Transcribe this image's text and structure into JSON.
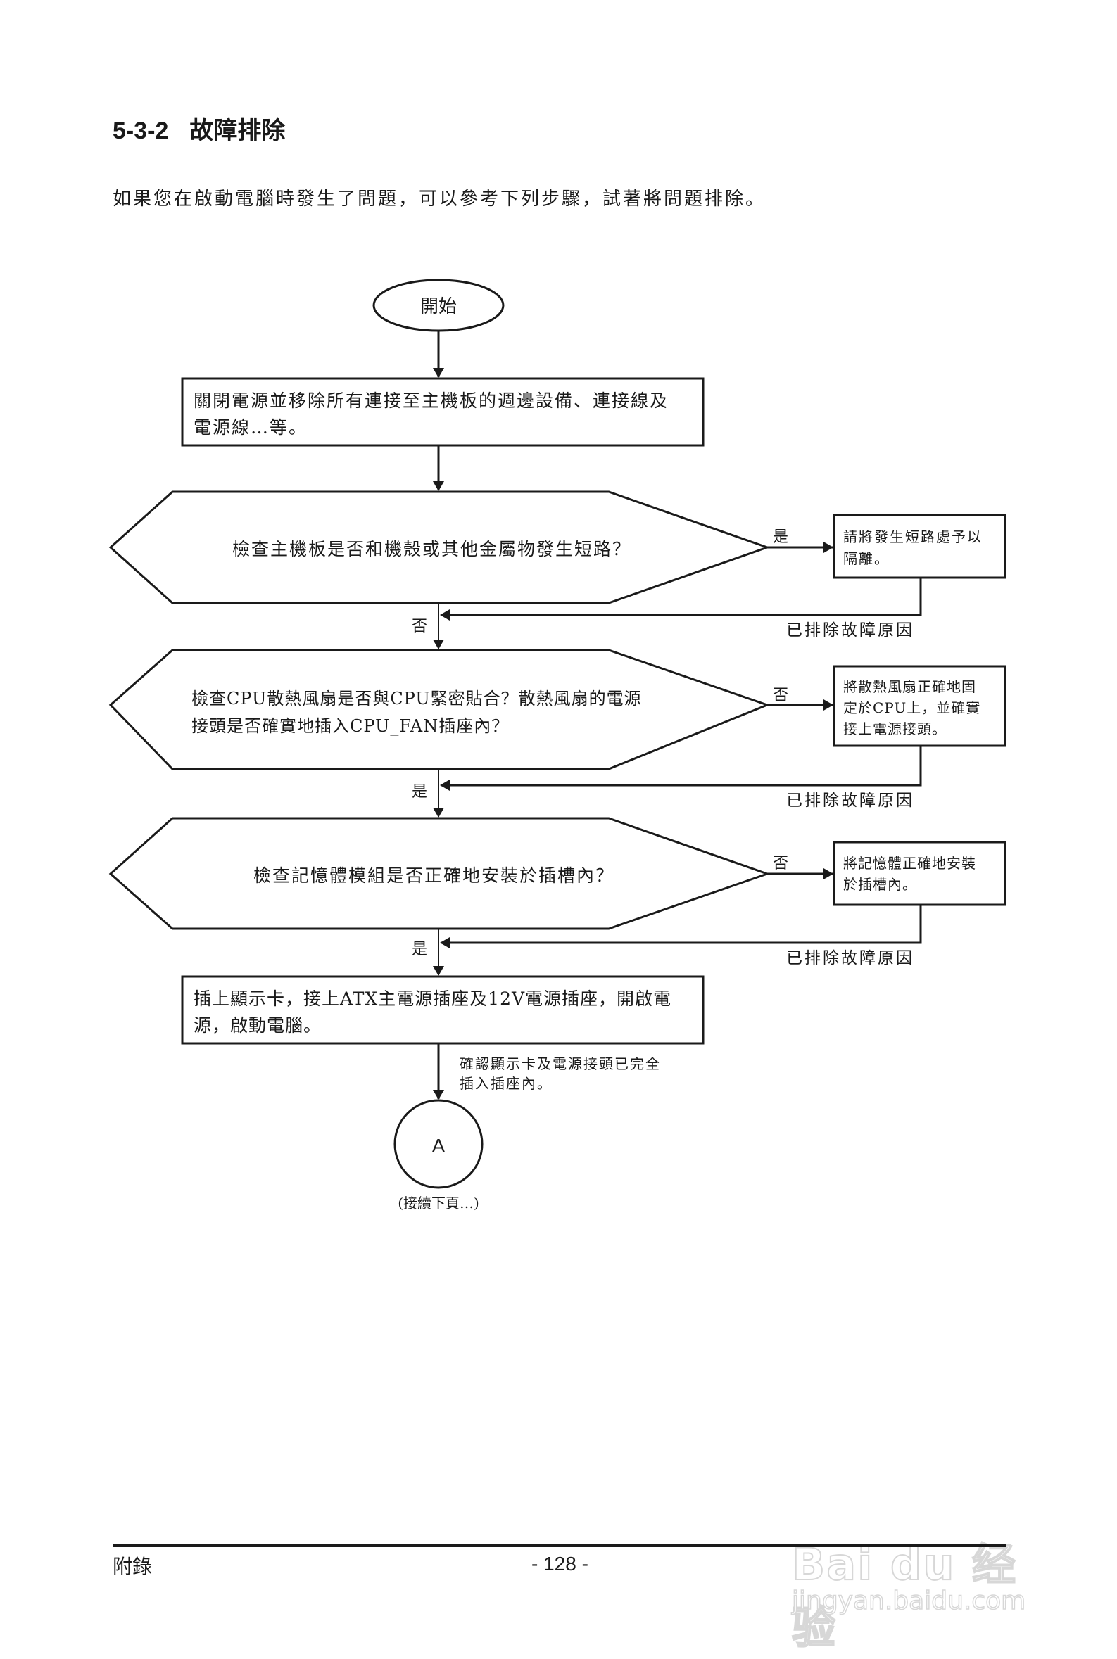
{
  "header": {
    "section_number": "5-3-2",
    "section_title": "故障排除"
  },
  "intro": "如果您在啟動電腦時發生了問題，可以參考下列步驟，試著將問題排除。",
  "flowchart": {
    "start": "開始",
    "step1": [
      "關閉電源並移除所有連接至主機板的週邊設備、連接線及",
      "電源線…等。"
    ],
    "check1": {
      "question": [
        "檢查主機板是否和機殼或其他金屬物發生短路？"
      ],
      "branch_side_label": "是",
      "branch_down_label": "否",
      "action": [
        "請將發生短路處予以",
        "隔離。"
      ],
      "resolved_label": "已排除故障原因"
    },
    "check2": {
      "question": [
        "檢查CPU散熱風扇是否與CPU緊密貼合？散熱風扇的電源",
        "接頭是否確實地插入CPU_FAN插座內？"
      ],
      "branch_side_label": "否",
      "branch_down_label": "是",
      "action": [
        "將散熱風扇正確地固",
        "定於CPU上，並確實",
        "接上電源接頭。"
      ],
      "resolved_label": "已排除故障原因"
    },
    "check3": {
      "question": [
        "檢查記憶體模組是否正確地安裝於插槽內？"
      ],
      "branch_side_label": "否",
      "branch_down_label": "是",
      "action": [
        "將記憶體正確地安裝",
        "於插槽內。"
      ],
      "resolved_label": "已排除故障原因"
    },
    "step2": [
      "插上顯示卡，接上ATX主電源插座及12V電源插座，開啟電",
      "源，啟動電腦。"
    ],
    "step2_note": [
      "確認顯示卡及電源接頭已完全",
      "插入插座內。"
    ],
    "connector": "A",
    "continued": "(接續下頁…)"
  },
  "footer": {
    "left": "附錄",
    "page": "- 128 -"
  },
  "watermark": {
    "logo": "Bai du 经验",
    "url": "jingyan.baidu.com"
  }
}
